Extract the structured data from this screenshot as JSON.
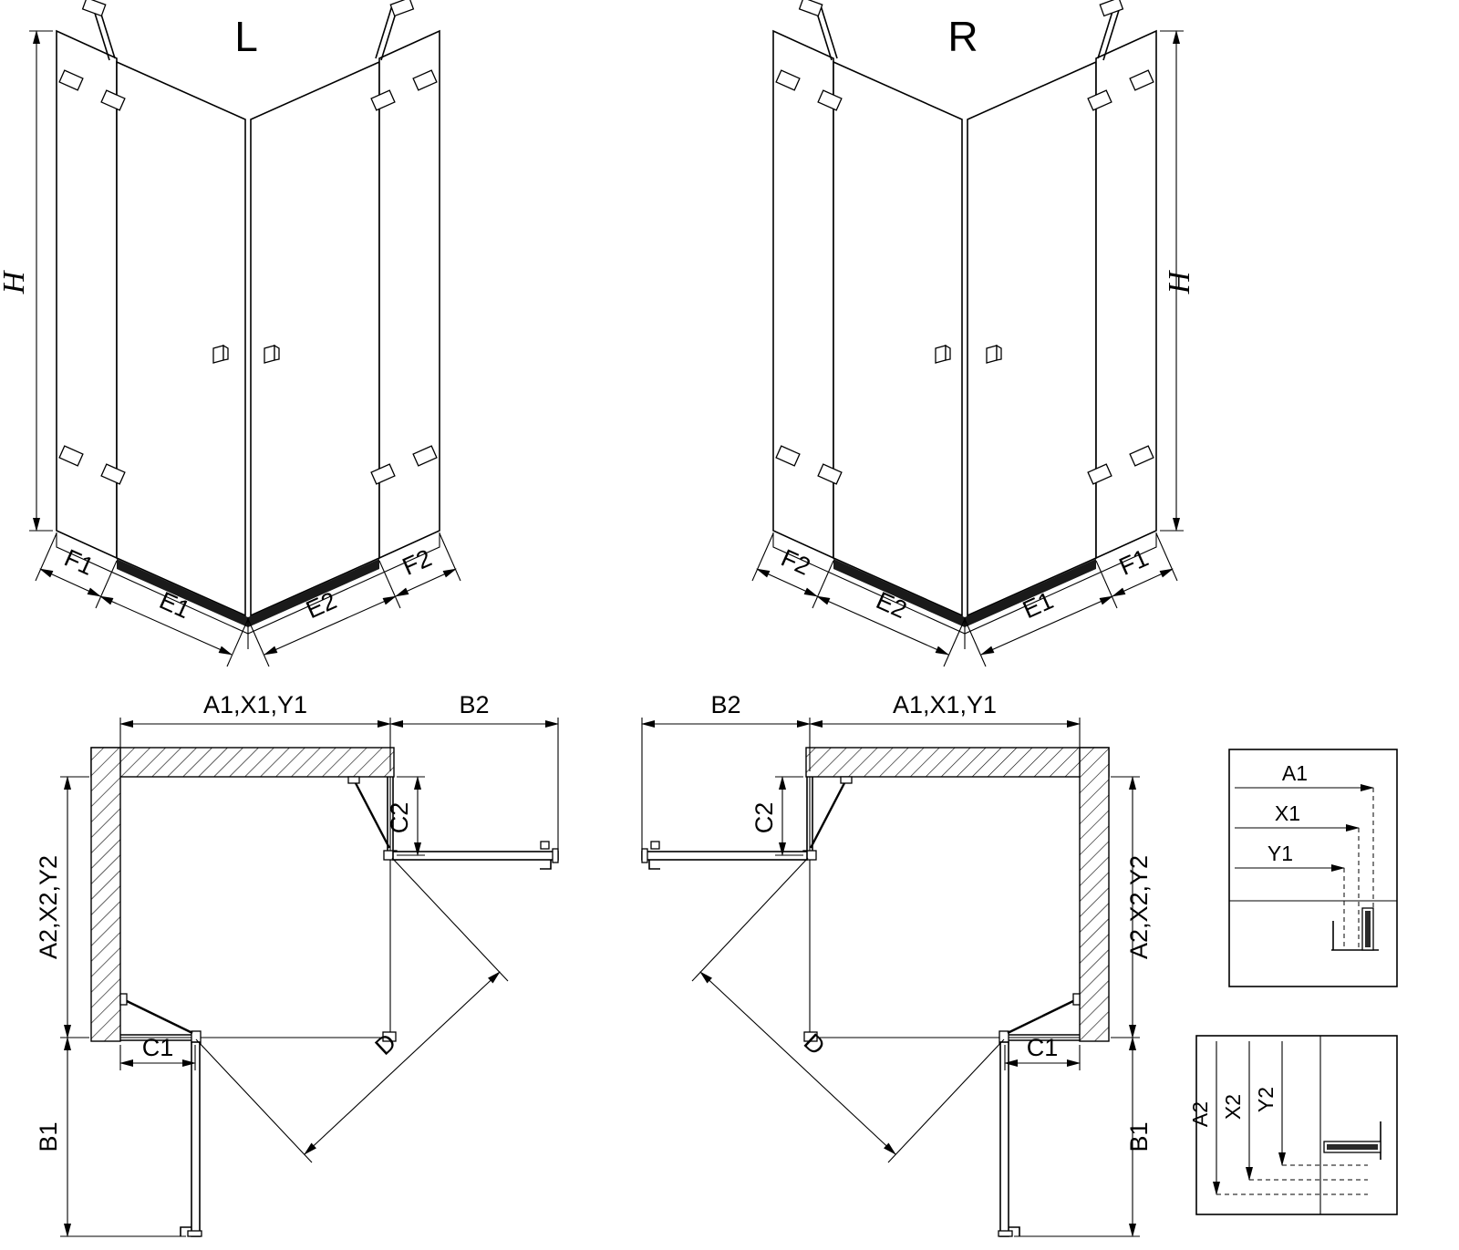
{
  "views": {
    "front_left": {
      "label": "L",
      "height": "H",
      "bottom_left": [
        "F1",
        "E1"
      ],
      "bottom_right": [
        "E2",
        "F2"
      ]
    },
    "front_right": {
      "label": "R",
      "height": "H",
      "bottom_left": [
        "F2",
        "E2"
      ],
      "bottom_right": [
        "E1",
        "F1"
      ]
    },
    "plan_left": {
      "width_top": "A1,X1,Y1",
      "door_top": "B2",
      "panel_right": "C2",
      "depth_left": "A2,X2,Y2",
      "panel_bottom": "C1",
      "door_bottom": "B1",
      "entry": "D"
    },
    "plan_right": {
      "width_top": "A1,X1,Y1",
      "door_top": "B2",
      "panel_left": "C2",
      "depth_right": "A2,X2,Y2",
      "panel_bottom": "C1",
      "door_bottom": "B1",
      "entry": "D"
    },
    "detail_width": {
      "rows": [
        "A1",
        "X1",
        "Y1"
      ]
    },
    "detail_depth": {
      "rows": [
        "A2",
        "X2",
        "Y2"
      ]
    }
  }
}
